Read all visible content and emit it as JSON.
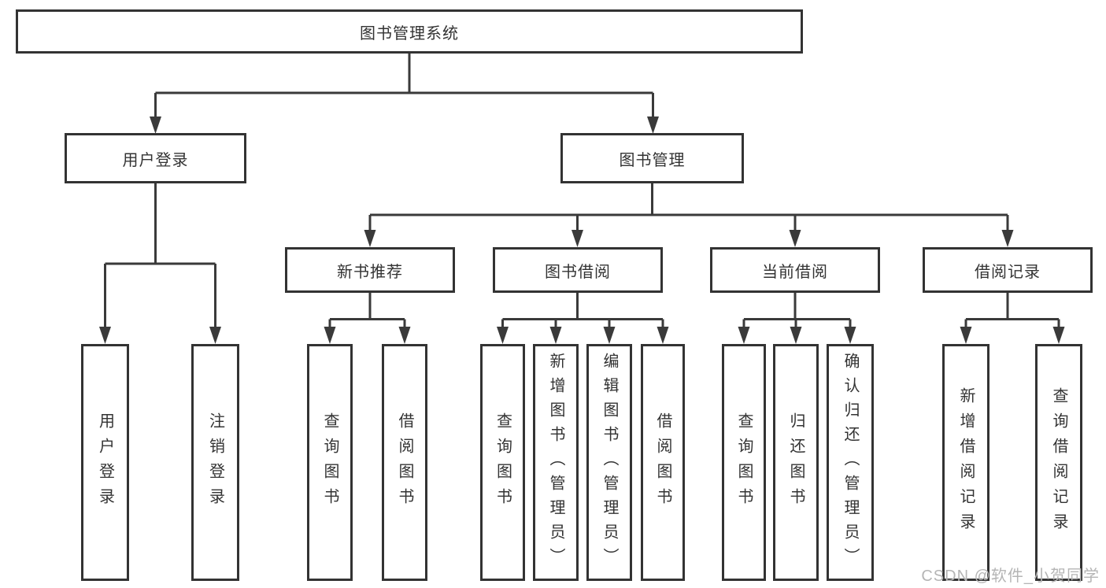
{
  "diagram": {
    "title": "图书管理系统",
    "watermark": "CSDN @软件_小贺同学",
    "colors": {
      "line": "#3a3a3a",
      "border": "#333333",
      "fill": "#ffffff",
      "text": "#333333",
      "watermark": "#b5b5b5",
      "background": "#ffffff"
    },
    "nodes": {
      "root": "图书管理系统",
      "user_login": "用户登录",
      "book_management": "图书管理",
      "new_book_recommend": "新书推荐",
      "book_borrow": "图书借阅",
      "current_borrow": "当前借阅",
      "borrow_record": "借阅记录",
      "leaves": {
        "user_login": [
          "用户登录",
          "注销登录"
        ],
        "new_book_recommend": [
          "查询图书",
          "借阅图书"
        ],
        "book_borrow": [
          "查询图书",
          "新增图书（管理员）",
          "编辑图书（管理员）",
          "借阅图书"
        ],
        "current_borrow": [
          "查询图书",
          "归还图书",
          "确认归还（管理员）"
        ],
        "borrow_record": [
          "新增借阅记录",
          "查询借阅记录"
        ]
      }
    }
  }
}
